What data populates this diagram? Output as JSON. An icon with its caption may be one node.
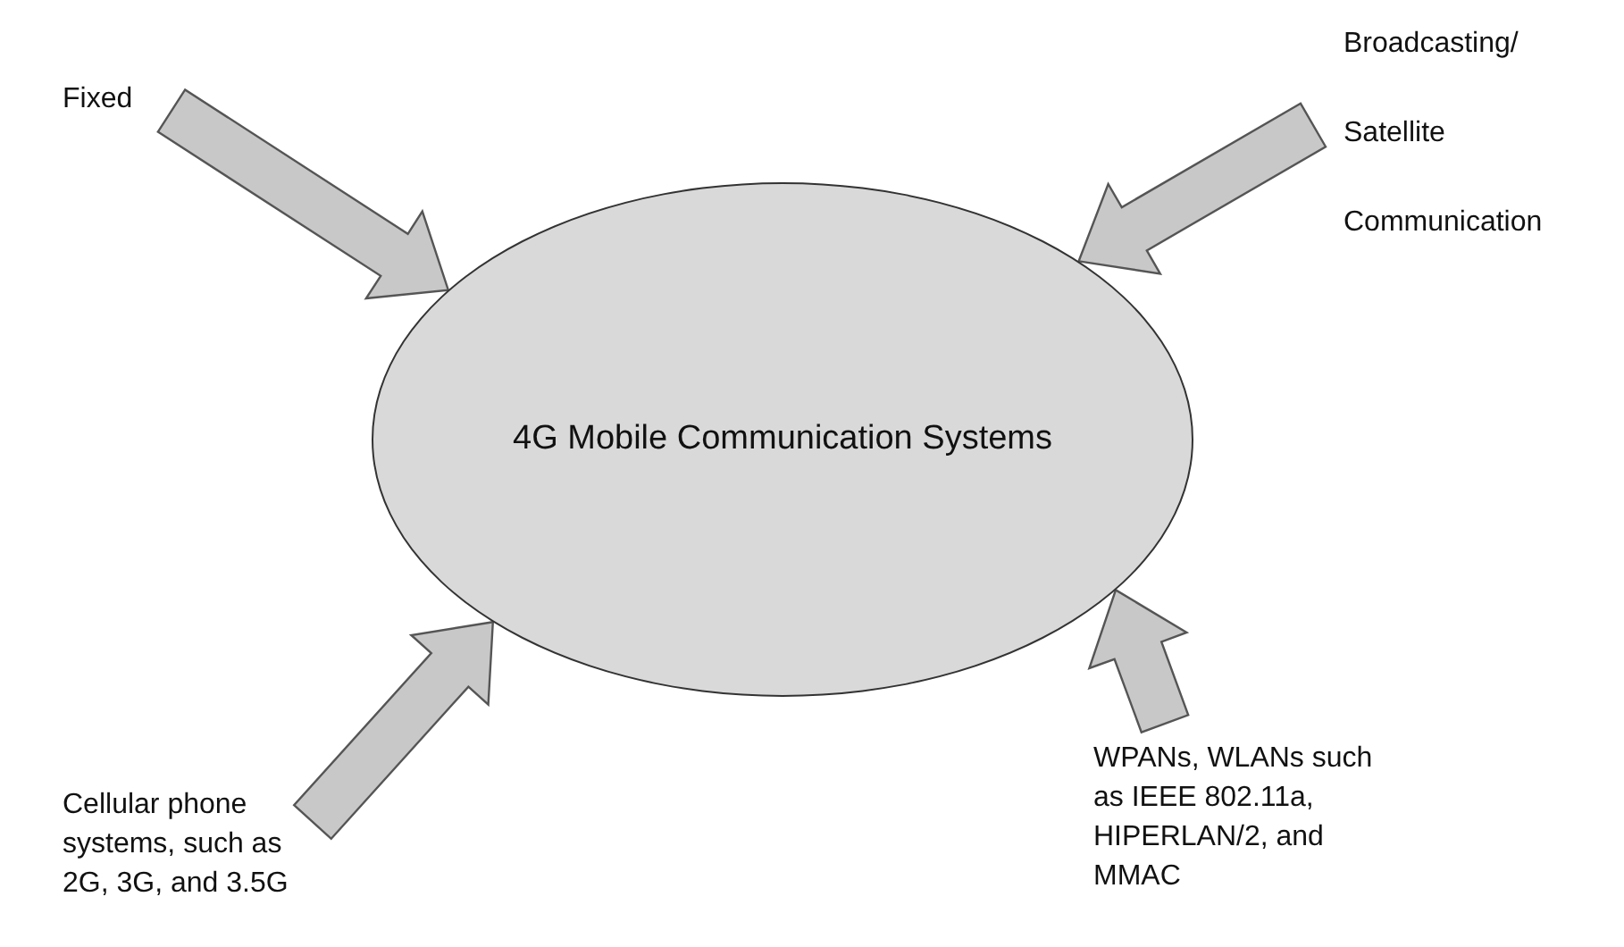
{
  "diagram": {
    "nodes": [
      {
        "text": [
          "4G Mobile Communication Systems"
        ]
      },
      {
        "text": [
          "Fixed"
        ]
      },
      {
        "text": [
          "Broadcasting/ Satellite Communication"
        ]
      },
      {
        "text": [
          "Cellular phone systems, such as 2G, 3G, and 3.5G"
        ]
      },
      {
        "text": [
          "WPANs, WLANs such as IEEE 802.11a, HIPERLAN/2, and MMAC"
        ]
      }
    ],
    "edges": [
      {
        "from": 1,
        "to": 0,
        "arrow": "to"
      },
      {
        "from": 2,
        "to": 0,
        "arrow": "to"
      },
      {
        "from": 3,
        "to": 0,
        "arrow": "to"
      },
      {
        "from": 4,
        "to": 0,
        "arrow": "to"
      }
    ]
  }
}
